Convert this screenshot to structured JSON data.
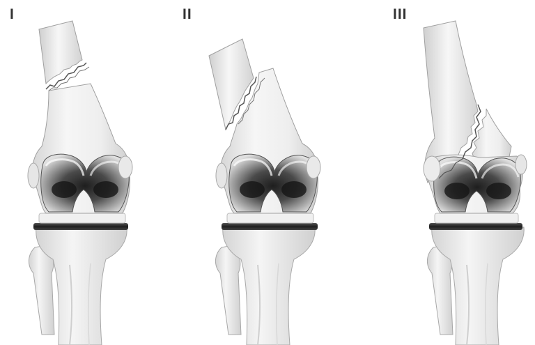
{
  "colors": {
    "bone_light": "#f4f4f4",
    "bone_mid": "#e2e2e2",
    "bone_shadow": "#c4c4c4",
    "outline": "#9a9a9a",
    "metal_dark": "#2a2a2a",
    "metal_mid": "#7a7a7a",
    "metal_light": "#d8d8d8",
    "tray": "#333333",
    "label": "#333333"
  },
  "panels": [
    {
      "label": "I",
      "fracture": "transverse"
    },
    {
      "label": "II",
      "fracture": "oblique"
    },
    {
      "label": "III",
      "fracture": "comminuted"
    }
  ]
}
